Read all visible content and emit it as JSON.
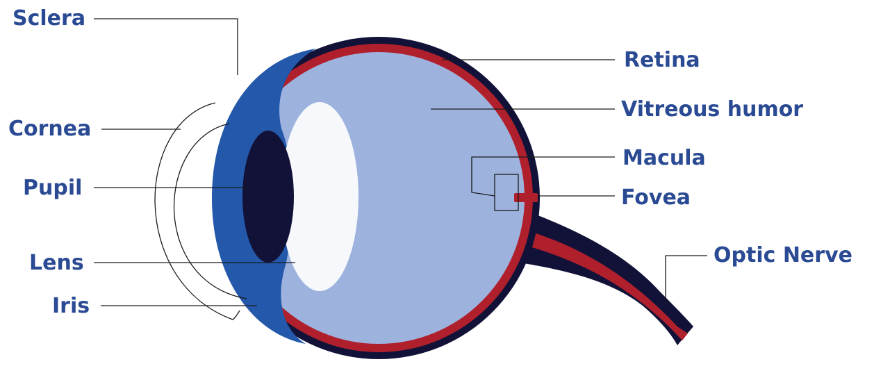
{
  "colors": {
    "label": "#2a4a93",
    "sclera": "#121238",
    "retina": "#b0202c",
    "vitreous": "#9db3de",
    "cornea_iris": "#2358aa",
    "pupil": "#121238",
    "lens": "#f7f8fc",
    "leader": "#1a1a1a"
  },
  "labels": {
    "sclera": "Sclera",
    "cornea": "Cornea",
    "pupil": "Pupil",
    "lens": "Lens",
    "iris": "Iris",
    "retina": "Retina",
    "vitreous": "Vitreous humor",
    "macula": "Macula",
    "fovea": "Fovea",
    "optic_nerve": "Optic Nerve"
  }
}
